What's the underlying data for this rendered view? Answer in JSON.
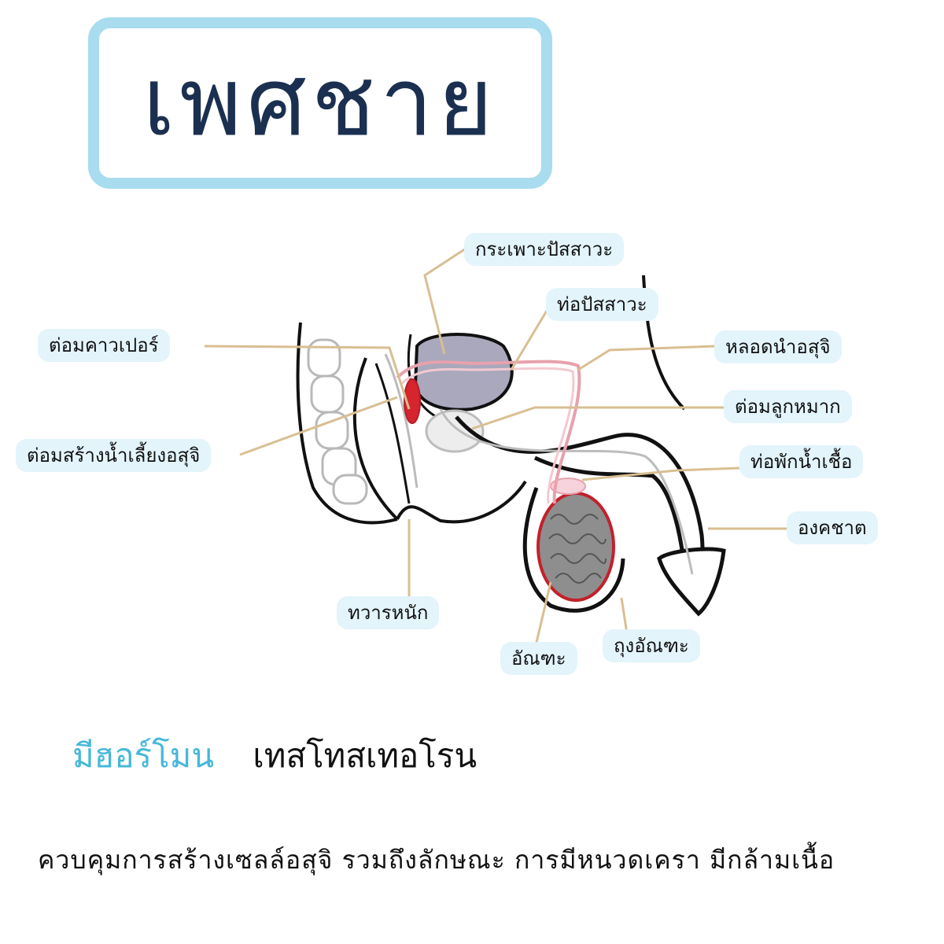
{
  "title": "เพศชาย",
  "labels": {
    "bladder": "กระเพาะปัสสาวะ",
    "urethra": "ท่อปัสสาวะ",
    "cowper": "ต่อมคาวเปอร์",
    "vas_deferens": "หลอดนำอสุจิ",
    "seminal_vesicle": "ต่อมสร้างน้ำเลี้ยงอสุจิ",
    "prostate": "ต่อมลูกหมาก",
    "epididymis": "ท่อพักน้ำเชื้อ",
    "penis": "องคชาต",
    "anus": "ทวารหนัก",
    "testis": "อัณฑะ",
    "scrotum": "ถุงอัณฑะ"
  },
  "hormone": {
    "label": "มีฮอร์โมน",
    "value": "เทสโทสเทอโรน"
  },
  "description": "ควบคุมการสร้างเซลล์อสุจิ รวมถึงลักษณะ การมีหนวดเครา มีกล้ามเนื้อ",
  "colors": {
    "title_border": "#a9dcef",
    "title_text": "#1b3050",
    "label_bg": "#e3f4fb",
    "leader_line": "#d8bf92",
    "hormone_label": "#46b8d8",
    "duct": "#e7a1ad",
    "bladder_fill": "#a9a8bd",
    "seminal_vesicle": "#d6252e",
    "testis_fill": "#8e8e8e"
  }
}
